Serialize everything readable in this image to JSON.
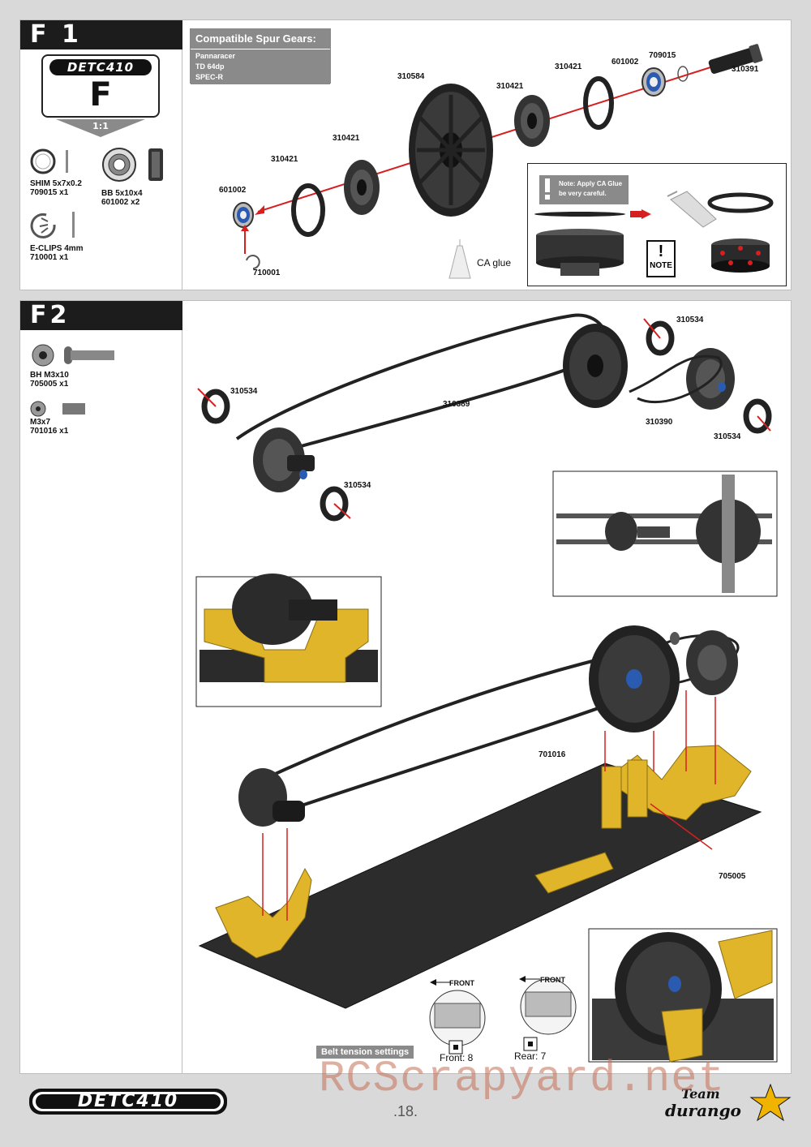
{
  "f1": {
    "step": "F 1",
    "logo": {
      "model": "DETC410",
      "letter": "F"
    },
    "scale": "1:1",
    "parts": [
      {
        "name": "SHIM 5x7x0.2",
        "code": "709015 x1"
      },
      {
        "name": "BB 5x10x4",
        "code": "601002 x2"
      },
      {
        "name": "E-CLIPS 4mm",
        "code": "710001 x1"
      }
    ],
    "spur": {
      "title": "Compatible Spur Gears:",
      "items": [
        "Pannaracer",
        "TD 64dp",
        "SPEC-R"
      ]
    },
    "callouts": [
      "310391",
      "709015",
      "601002",
      "310421",
      "310421",
      "310584",
      "310421",
      "310421",
      "601002",
      "710001"
    ],
    "ca_glue": "CA glue",
    "note": {
      "line1": "Note: Apply CA Glue",
      "line2": "be very careful.",
      "badge": "NOTE"
    }
  },
  "f2": {
    "step": "F2",
    "parts": [
      {
        "name": "BH M3x10",
        "code": "705005 x1"
      },
      {
        "name": "M3x7",
        "code": "701016 x1"
      }
    ],
    "callouts": [
      "310534",
      "310534",
      "310389",
      "310390",
      "310534",
      "310534",
      "701016",
      "705005"
    ],
    "front_label": "FRONT",
    "front_setting": "Front: 8",
    "rear_setting": "Rear: 7",
    "belt_tension": "Belt tension settings"
  },
  "footer": {
    "model": "DETC410",
    "page": ".18.",
    "brand_line1": "Team",
    "brand_line2": "durango",
    "watermark": "RCScrapyard.net"
  },
  "colors": {
    "accent_red": "#d62020",
    "gold": "#e0b52a",
    "dark": "#1c1c1c",
    "grey_box": "#8a8a8a"
  }
}
